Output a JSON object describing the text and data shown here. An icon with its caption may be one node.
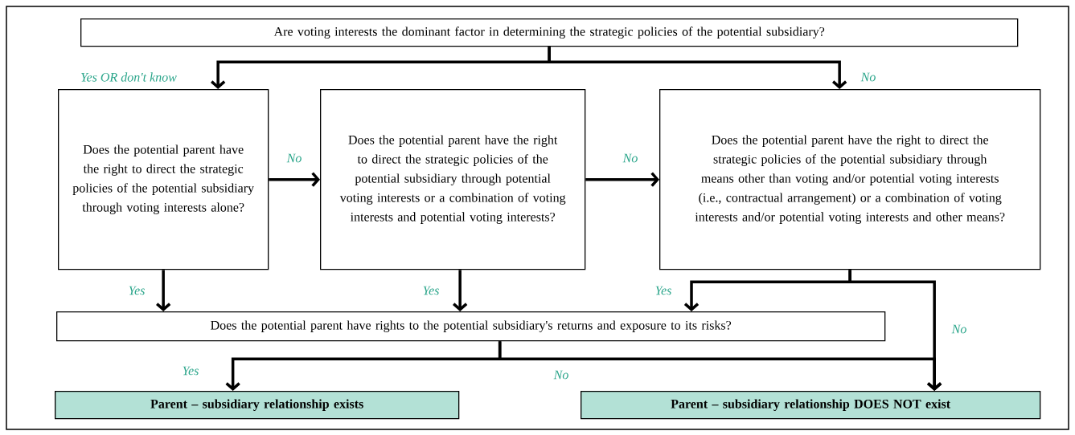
{
  "diagram": {
    "nodes": [
      {
        "text": [
          "Are voting interests the dominant factor in determining the strategic policies of the potential subsidiary?"
        ]
      },
      {
        "text": [
          "Does the potential parent have the right to direct the strategic policies of the potential subsidiary through voting interests alone?"
        ]
      },
      {
        "text": [
          "Does the potential parent have the right to direct the strategic policies of the potential subsidiary through potential voting interests or a combination of voting interests and potential voting interests?"
        ]
      },
      {
        "text": [
          "Does the potential parent have the right to direct the strategic policies of the potential subsidiary through means other than voting and/or potential voting interests (i.e., contractual arrangement) or a combination of voting interests and/or potential voting interests and other means?"
        ]
      },
      {
        "text": [
          "Does the potential parent have rights to the potential subsidiary's returns and exposure to its risks?"
        ]
      },
      {
        "text": [
          "Parent – subsidiary relationship exists"
        ]
      },
      {
        "text": [
          "Parent – subsidiary relationship DOES NOT exist"
        ]
      }
    ],
    "edges": [
      {
        "from": 0,
        "to": 1,
        "arrow": "to",
        "label": "Yes OR don't know"
      },
      {
        "from": 0,
        "to": 3,
        "arrow": "to",
        "label": "No"
      },
      {
        "from": 1,
        "to": 2,
        "arrow": "to",
        "label": "No"
      },
      {
        "from": 2,
        "to": 3,
        "arrow": "to",
        "label": "No"
      },
      {
        "from": 1,
        "to": 4,
        "arrow": "to",
        "label": "Yes"
      },
      {
        "from": 2,
        "to": 4,
        "arrow": "to",
        "label": "Yes"
      },
      {
        "from": 3,
        "to": 4,
        "arrow": "to",
        "label": "Yes"
      },
      {
        "from": 3,
        "to": 6,
        "arrow": "to",
        "label": "No"
      },
      {
        "from": 4,
        "to": 5,
        "arrow": "to",
        "label": "Yes"
      },
      {
        "from": 4,
        "to": 6,
        "arrow": "to",
        "label": "No"
      }
    ]
  }
}
